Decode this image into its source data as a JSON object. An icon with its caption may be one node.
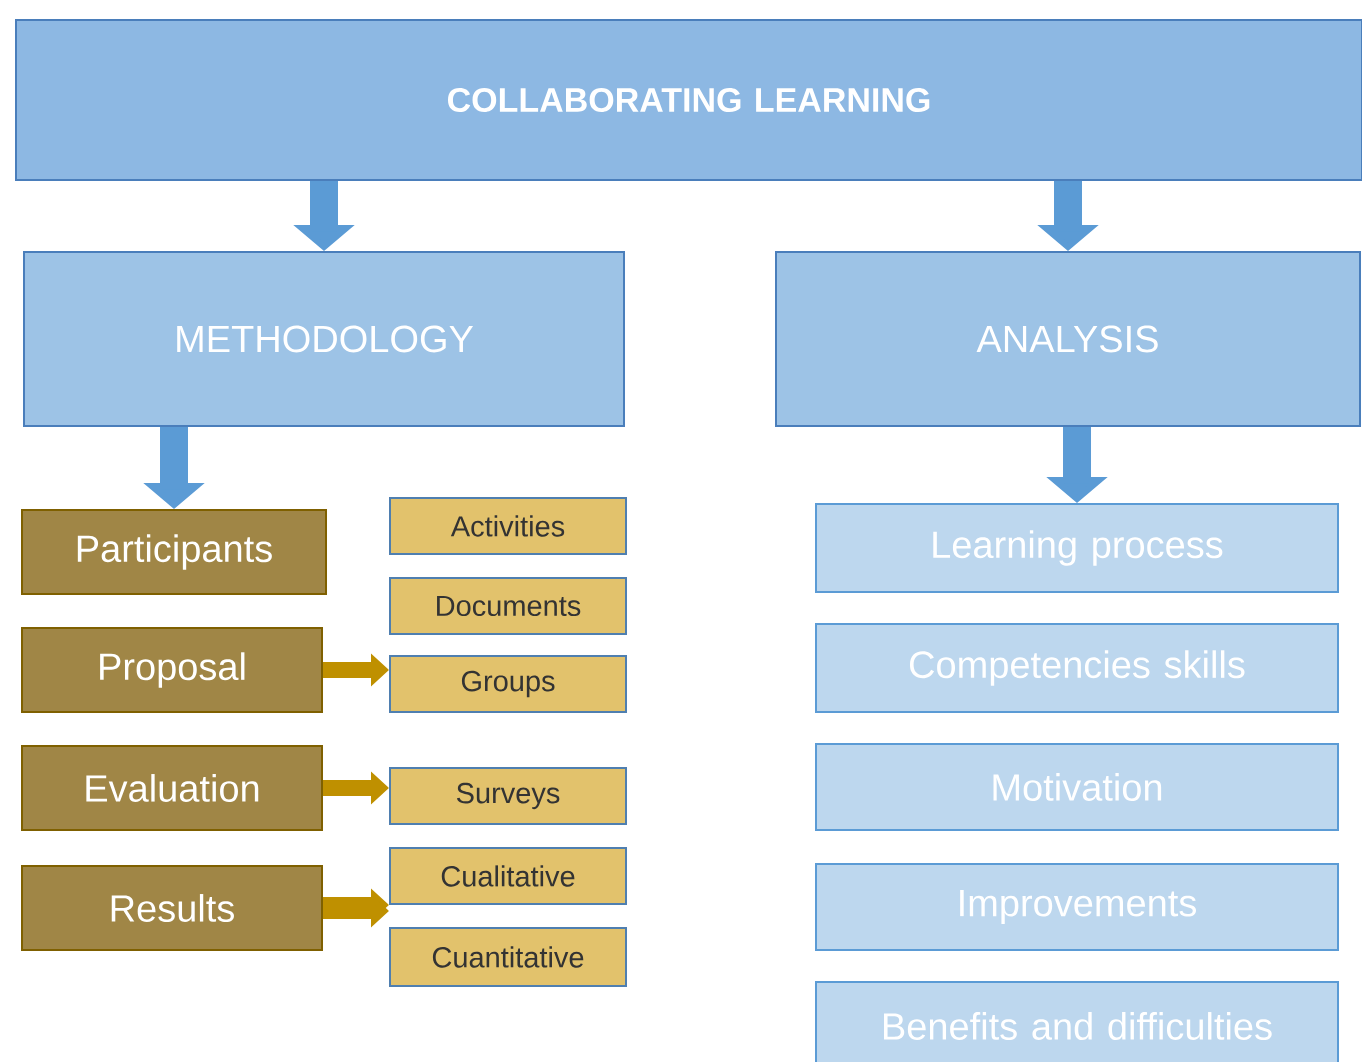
{
  "diagram": {
    "nodes": [
      {
        "text": [
          "COLLABORATING LEARNING"
        ]
      },
      {
        "text": [
          "METHODOLOGY"
        ]
      },
      {
        "text": [
          "ANALYSIS"
        ]
      },
      {
        "text": [
          "Participants"
        ]
      },
      {
        "text": [
          "Activities"
        ]
      },
      {
        "text": [
          "Documents"
        ]
      },
      {
        "text": [
          "Proposal"
        ]
      },
      {
        "text": [
          "Groups"
        ]
      },
      {
        "text": [
          "Evaluation"
        ]
      },
      {
        "text": [
          "Surveys"
        ]
      },
      {
        "text": [
          "Results"
        ]
      },
      {
        "text": [
          "Cualitative"
        ]
      },
      {
        "text": [
          "Cuantitative"
        ]
      },
      {
        "text": [
          "Learning process"
        ]
      },
      {
        "text": [
          "Competencies skills"
        ]
      },
      {
        "text": [
          "Motivation"
        ]
      },
      {
        "text": [
          "Improvements"
        ]
      },
      {
        "text": [
          "Benefits and difficulties"
        ]
      }
    ],
    "edges": [
      {
        "from": 0,
        "to": 1,
        "arrow": "to"
      },
      {
        "from": 0,
        "to": 2,
        "arrow": "to"
      },
      {
        "from": 1,
        "to": 3,
        "arrow": "to"
      },
      {
        "from": 2,
        "to": 13,
        "arrow": "to"
      },
      {
        "from": 6,
        "to": 7,
        "arrow": "to",
        "color": "#bf9000"
      },
      {
        "from": 8,
        "to": 9,
        "arrow": "to",
        "color": "#bf9000"
      },
      {
        "from": 10,
        "to": 11,
        "arrow": "to",
        "color": "#bf9000"
      },
      {
        "from": 10,
        "to": 12,
        "arrow": "to",
        "color": "#bf9000"
      }
    ]
  }
}
